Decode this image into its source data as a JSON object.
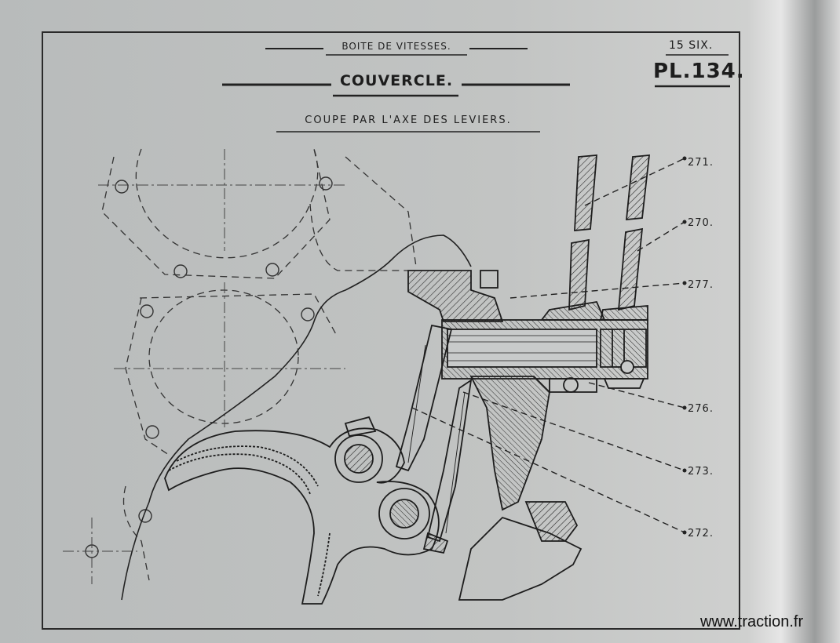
{
  "header": {
    "section": "BOITE DE VITESSES.",
    "title": "COUVERCLE.",
    "subtitle": "COUPE PAR L'AXE DES LEVIERS.",
    "model": "15 SIX.",
    "plate": "PL.134."
  },
  "callouts": [
    {
      "id": "271",
      "label": "271."
    },
    {
      "id": "270",
      "label": "270."
    },
    {
      "id": "277",
      "label": "277."
    },
    {
      "id": "276",
      "label": "276."
    },
    {
      "id": "273",
      "label": "273."
    },
    {
      "id": "272",
      "label": "272."
    }
  ],
  "watermark": "www.traction.fr",
  "colors": {
    "paper": "#bfc1c0",
    "ink": "#1d1d1d"
  }
}
